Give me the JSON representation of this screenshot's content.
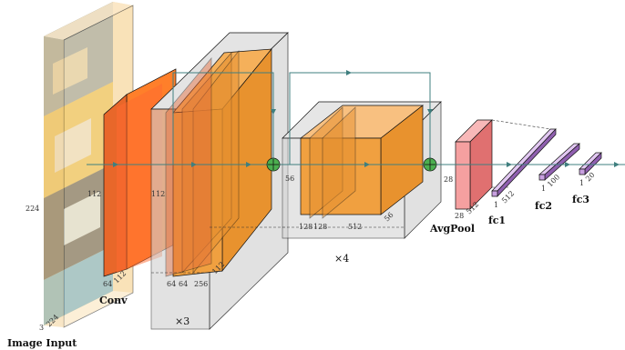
{
  "labels": {
    "image_input": "Image Input",
    "conv": "Conv",
    "repeat3": "×3",
    "repeat4": "×4",
    "avgpool": "AvgPool",
    "fc1": "fc1",
    "fc2": "fc2",
    "fc3": "fc3"
  },
  "dims": {
    "input_h": "224",
    "input_c": "3",
    "input_w": "224",
    "conv_h": "112",
    "conv_c": "64",
    "conv_w": "112",
    "block1_h": "112",
    "block1_c1": "64",
    "block1_c2": "64",
    "block1_c3": "256",
    "block1_w": "112",
    "block2_h": "56",
    "block2_c1": "128",
    "block2_c2": "128",
    "block2_c3": "512",
    "block2_w": "56",
    "pool_h": "28",
    "pool_c": "512",
    "pool_w": "28",
    "fc1_c": "1",
    "fc1_n": "512",
    "fc2_c": "1",
    "fc2_n": "100",
    "fc3_c": "1",
    "fc3_n": "20"
  },
  "colors": {
    "conv": "#ff7f2a",
    "conv_side": "#e8672a",
    "block": "#f0a040",
    "block_side": "#e0902a",
    "pool": "#f5a0a0",
    "pool_side": "#e07070",
    "fc": "#c8a0e0",
    "fc_side": "#9060b0",
    "flow": "#3f7f7f",
    "sum_node": "#4caf50",
    "box": "#d8d8d8"
  }
}
